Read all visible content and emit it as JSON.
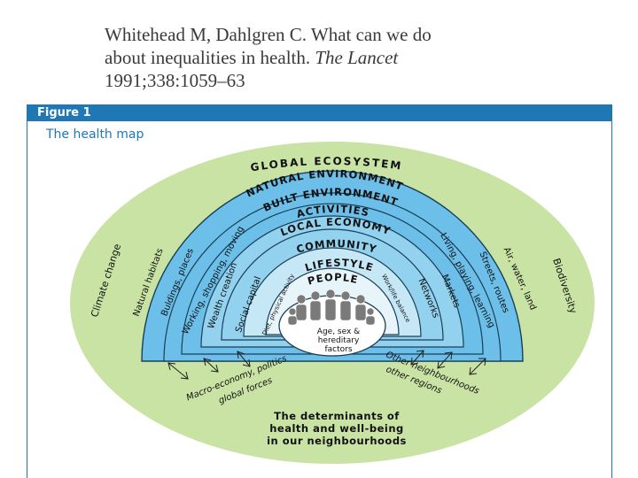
{
  "citation": {
    "line1": "Whitehead M, Dahlgren C. What can we do",
    "line2_plain": "about inequalities in health. ",
    "line2_journal": "The Lancet",
    "line3": "1991;338:1059–63"
  },
  "figure": {
    "label": "Figure 1",
    "subtitle": "The health map"
  },
  "diagram": {
    "arcs": {
      "global_ecosystem": "GLOBAL ECOSYSTEM",
      "natural_environment": "NATURAL ENVIRONMENT",
      "built_environment": "BUILT ENVIRONMENT",
      "activities": "ACTIVITIES",
      "local_economy": "LOCAL ECONOMY",
      "community": "COMMUNITY",
      "lifestyle": "LIFESTYLE",
      "people": "PEOPLE"
    },
    "left": {
      "climate_change": "Climate change",
      "natural_habitats": "Natural habitats",
      "buildings_places": "Buldings, places",
      "working_shopping": "Working, shopping, moving",
      "wealth_creation": "Wealth creation",
      "social_capital": "Social capital",
      "diet": "Diet, physical activity"
    },
    "right": {
      "biodiversity": "Biodiversity",
      "air_water_land": "Air, water, land",
      "streets_routes": "Streets, routes",
      "living_playing": "Living, playing, learning",
      "markets": "Markets",
      "networks": "Networks",
      "worklife": "Work/life balance"
    },
    "core": {
      "line1": "Age, sex &",
      "line2": "hereditary",
      "line3": "factors"
    },
    "macro": {
      "line1": "Macro-economy, politics",
      "line2": "global forces"
    },
    "other": {
      "line1": "Other neighbourhoods",
      "line2": "other regions"
    },
    "caption": {
      "line1": "The determinants of",
      "line2": "health and well-being",
      "line3": "in our neighbourhoods"
    }
  },
  "colors": {
    "header_bar": "#1f77b4",
    "ecosystem_green": "#c9e3a4",
    "band_dark_blue": "#6cbfe8",
    "band_mid_blue": "#92d2ee",
    "band_light_blue": "#c6e8f6",
    "band_pale": "#e7f5fb"
  }
}
